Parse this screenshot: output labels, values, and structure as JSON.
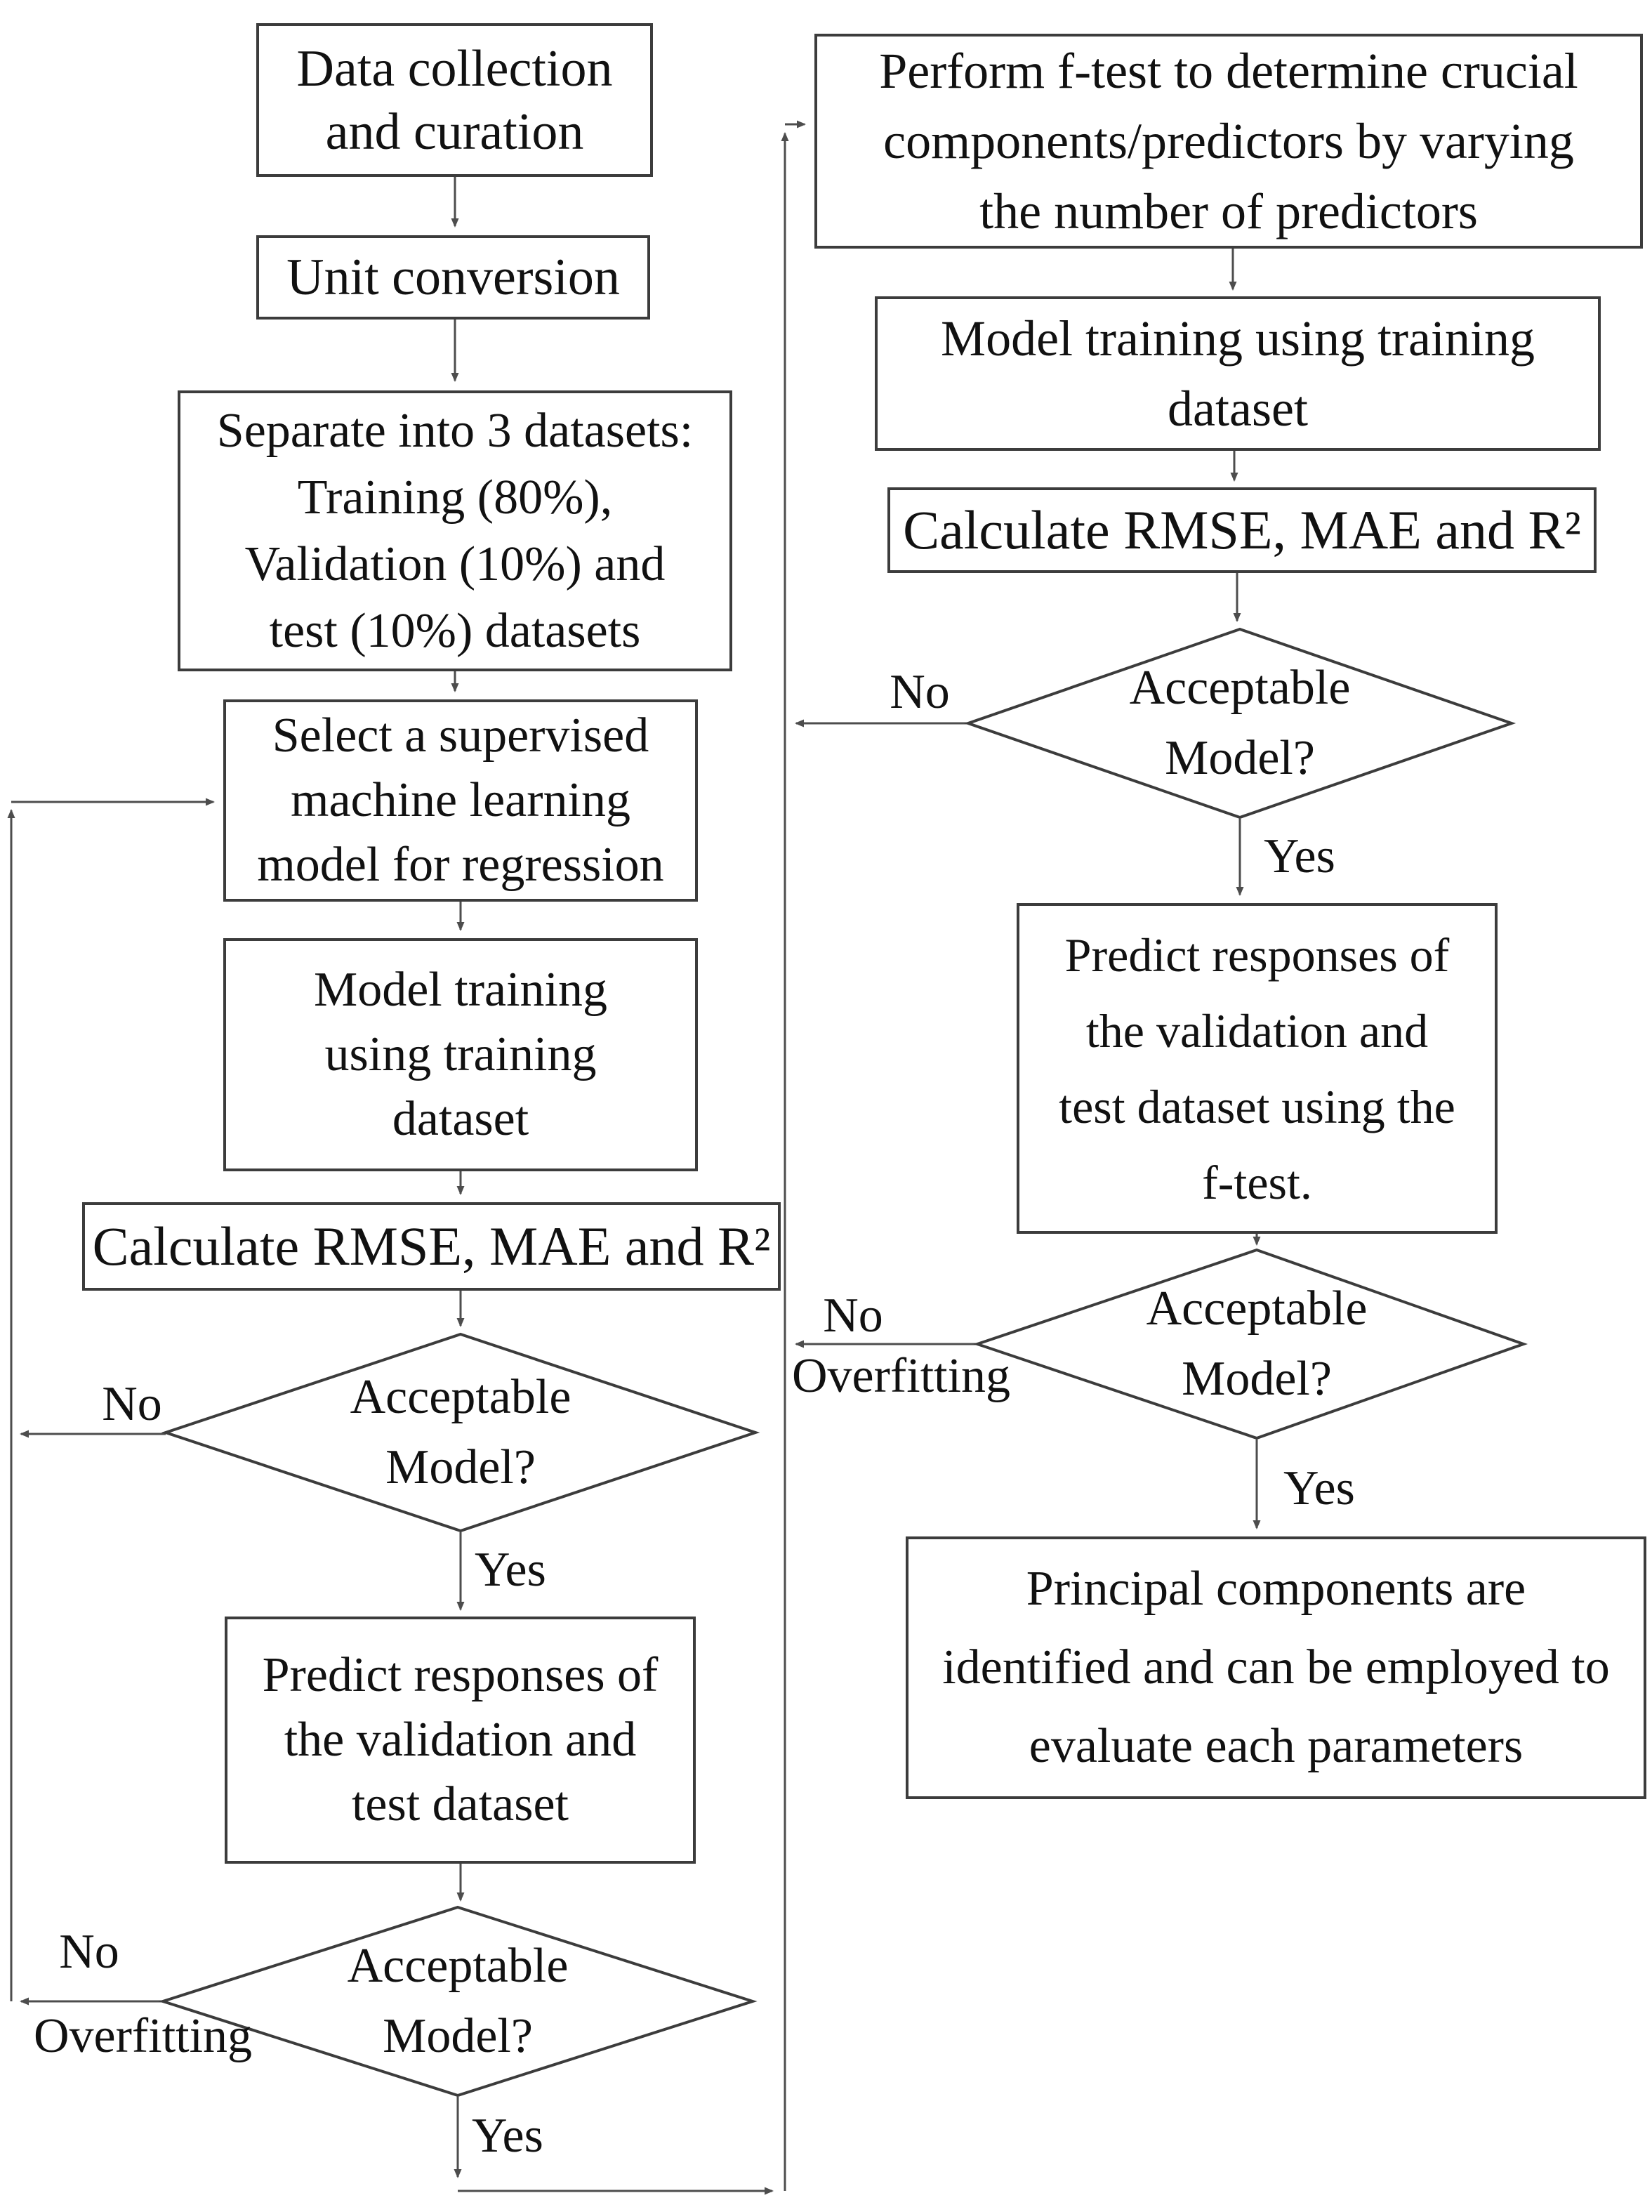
{
  "title": "Machine learning regression workflow flowchart",
  "colors": {
    "background": "#ffffff",
    "text": "#111111",
    "border": "#3c3c3c",
    "line": "#4d4d4d"
  },
  "left": {
    "box_data_collection": "Data collection\nand curation",
    "box_unit_conversion": "Unit conversion",
    "box_separate": "Separate into 3 datasets:\nTraining (80%),\nValidation (10%) and\ntest (10%) datasets",
    "box_select_model": "Select a supervised\nmachine learning\nmodel for regression",
    "box_model_training": "Model training\nusing training\ndataset",
    "box_calculate": "Calculate RMSE, MAE and R²",
    "diamond_acceptable_1": "Acceptable\nModel?",
    "label_no_1": "No",
    "label_yes_1": "Yes",
    "box_predict": "Predict responses of\nthe validation and\ntest dataset",
    "diamond_acceptable_2": "Acceptable\nModel?",
    "label_no_2": "No",
    "label_overfitting_2": "Overfitting",
    "label_yes_2": "Yes"
  },
  "right": {
    "box_ftest": "Perform f-test to determine crucial\ncomponents/predictors by varying\nthe number of predictors",
    "box_model_training": "Model training using training\ndataset",
    "box_calculate": "Calculate RMSE, MAE and R²",
    "diamond_acceptable_1": "Acceptable\nModel?",
    "label_no_1": "No",
    "label_yes_1": "Yes",
    "box_predict_ftest": "Predict responses of\nthe validation and\ntest dataset using the\nf-test.",
    "diamond_acceptable_2": "Acceptable\nModel?",
    "label_no_2": "No",
    "label_overfitting_2": "Overfitting",
    "label_yes_2": "Yes",
    "box_principal": "Principal components are\nidentified and can be employed to\nevaluate each parameters"
  }
}
